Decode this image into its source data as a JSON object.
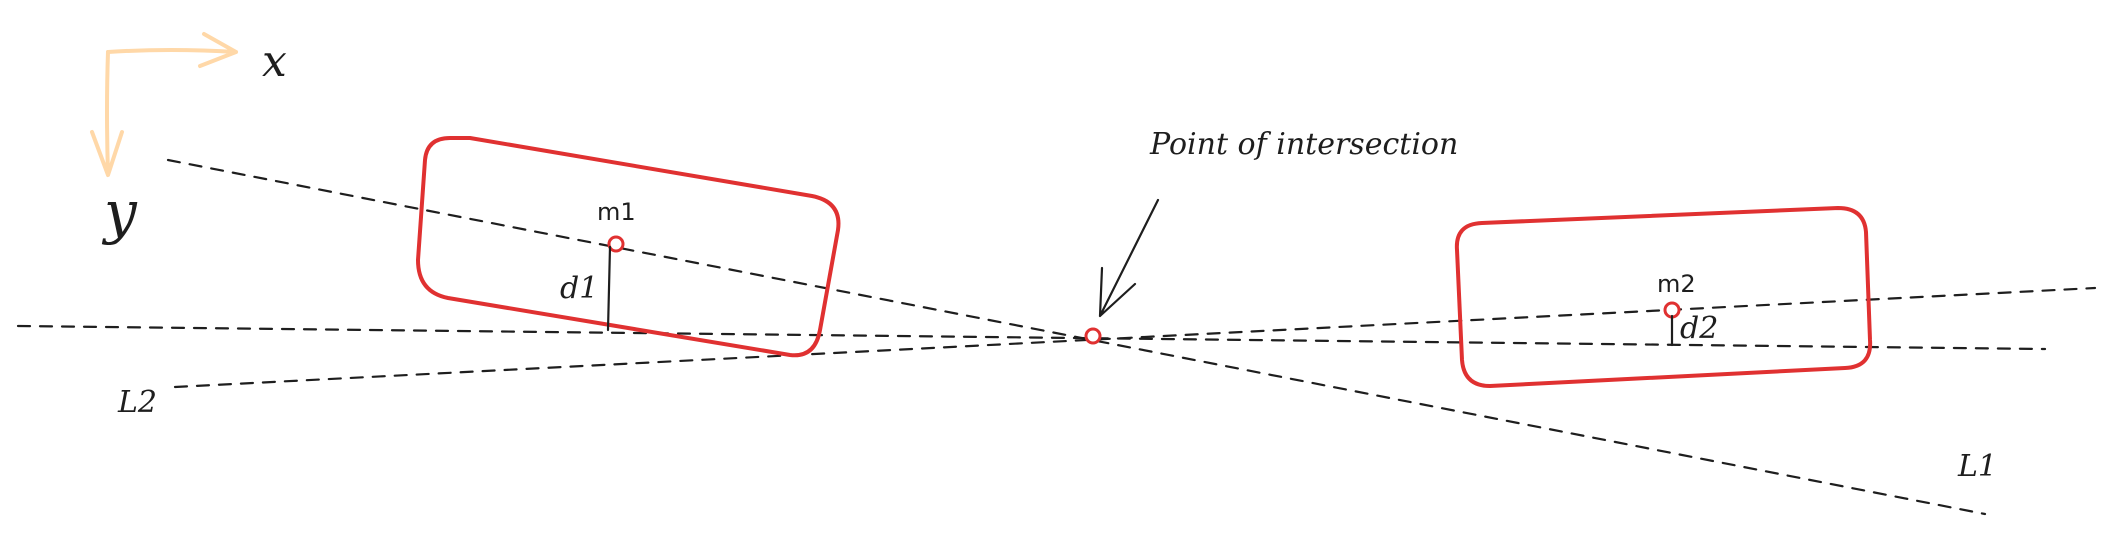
{
  "axes": {
    "x_label": "x",
    "y_label": "y",
    "color": "#ffd8a8"
  },
  "lines": {
    "l1_label": "L1",
    "l2_label": "L2"
  },
  "masses": {
    "m1_label": "m1",
    "m2_label": "m2",
    "d1_label": "d1",
    "d2_label": "d2",
    "outline_color": "#e03131"
  },
  "intersection": {
    "annotation": "Point of intersection"
  }
}
